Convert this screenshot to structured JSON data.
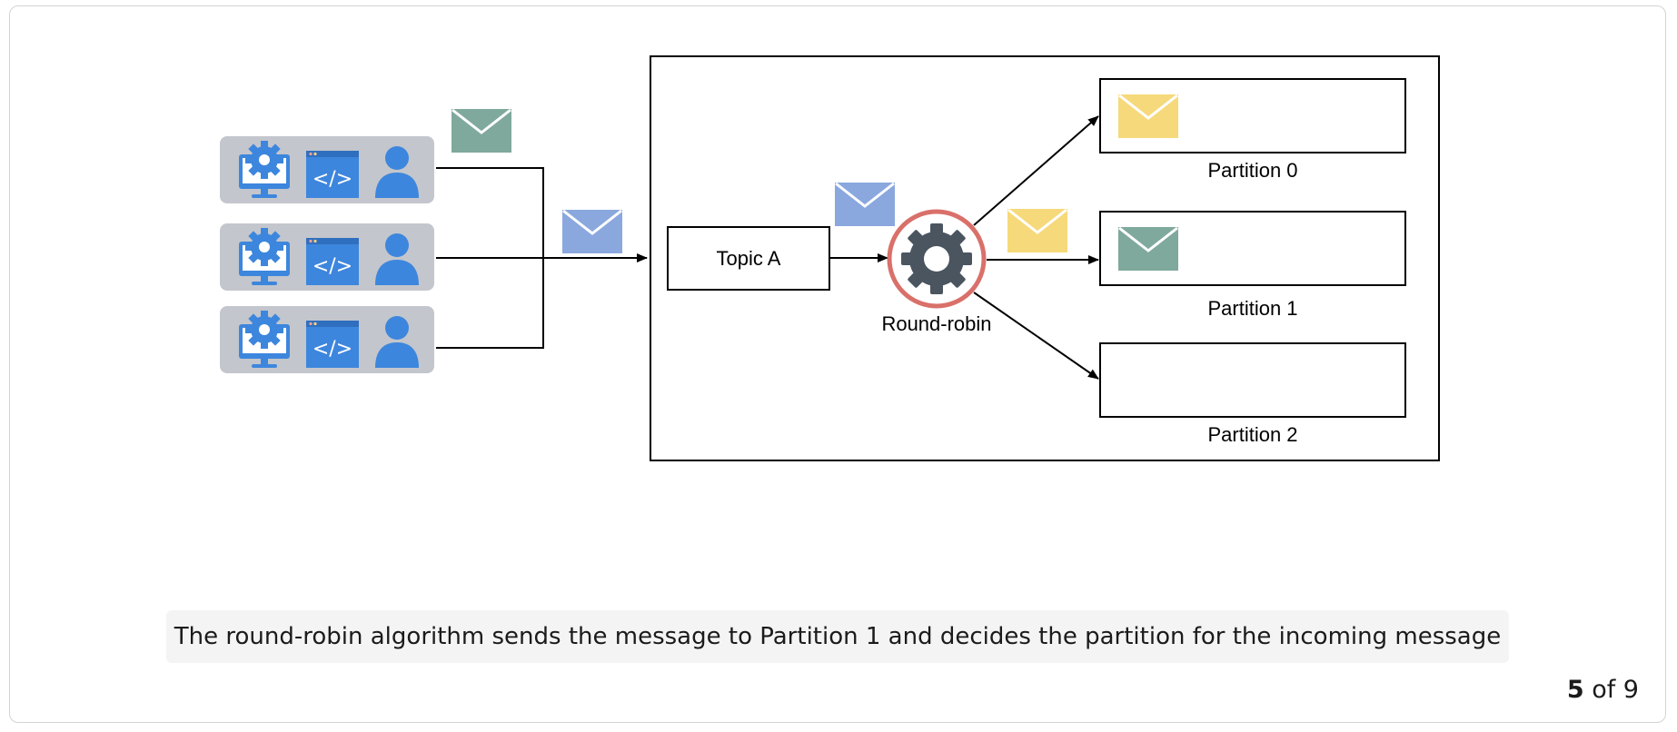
{
  "diagram": {
    "topic_label": "Topic A",
    "partitioner_label": "Round-robin",
    "partitions": [
      "Partition 0",
      "Partition 1",
      "Partition 2"
    ],
    "producer_icons": [
      "monitor-gear-icon",
      "code-window-icon",
      "user-icon"
    ],
    "code_glyph": "</>",
    "colors": {
      "producer_bg": "#c3c6cc",
      "icon_blue": "#3d86dd",
      "gear_dark": "#4a5560",
      "ring_red": "#d9706a",
      "msg_green": "#7fa99c",
      "msg_blue": "#8aa8de",
      "msg_yellow": "#f6d97a"
    }
  },
  "caption": "The round-robin algorithm sends the message to Partition 1 and decides the partition for the incoming message",
  "pager": {
    "current": "5",
    "of_text": "of 9"
  }
}
